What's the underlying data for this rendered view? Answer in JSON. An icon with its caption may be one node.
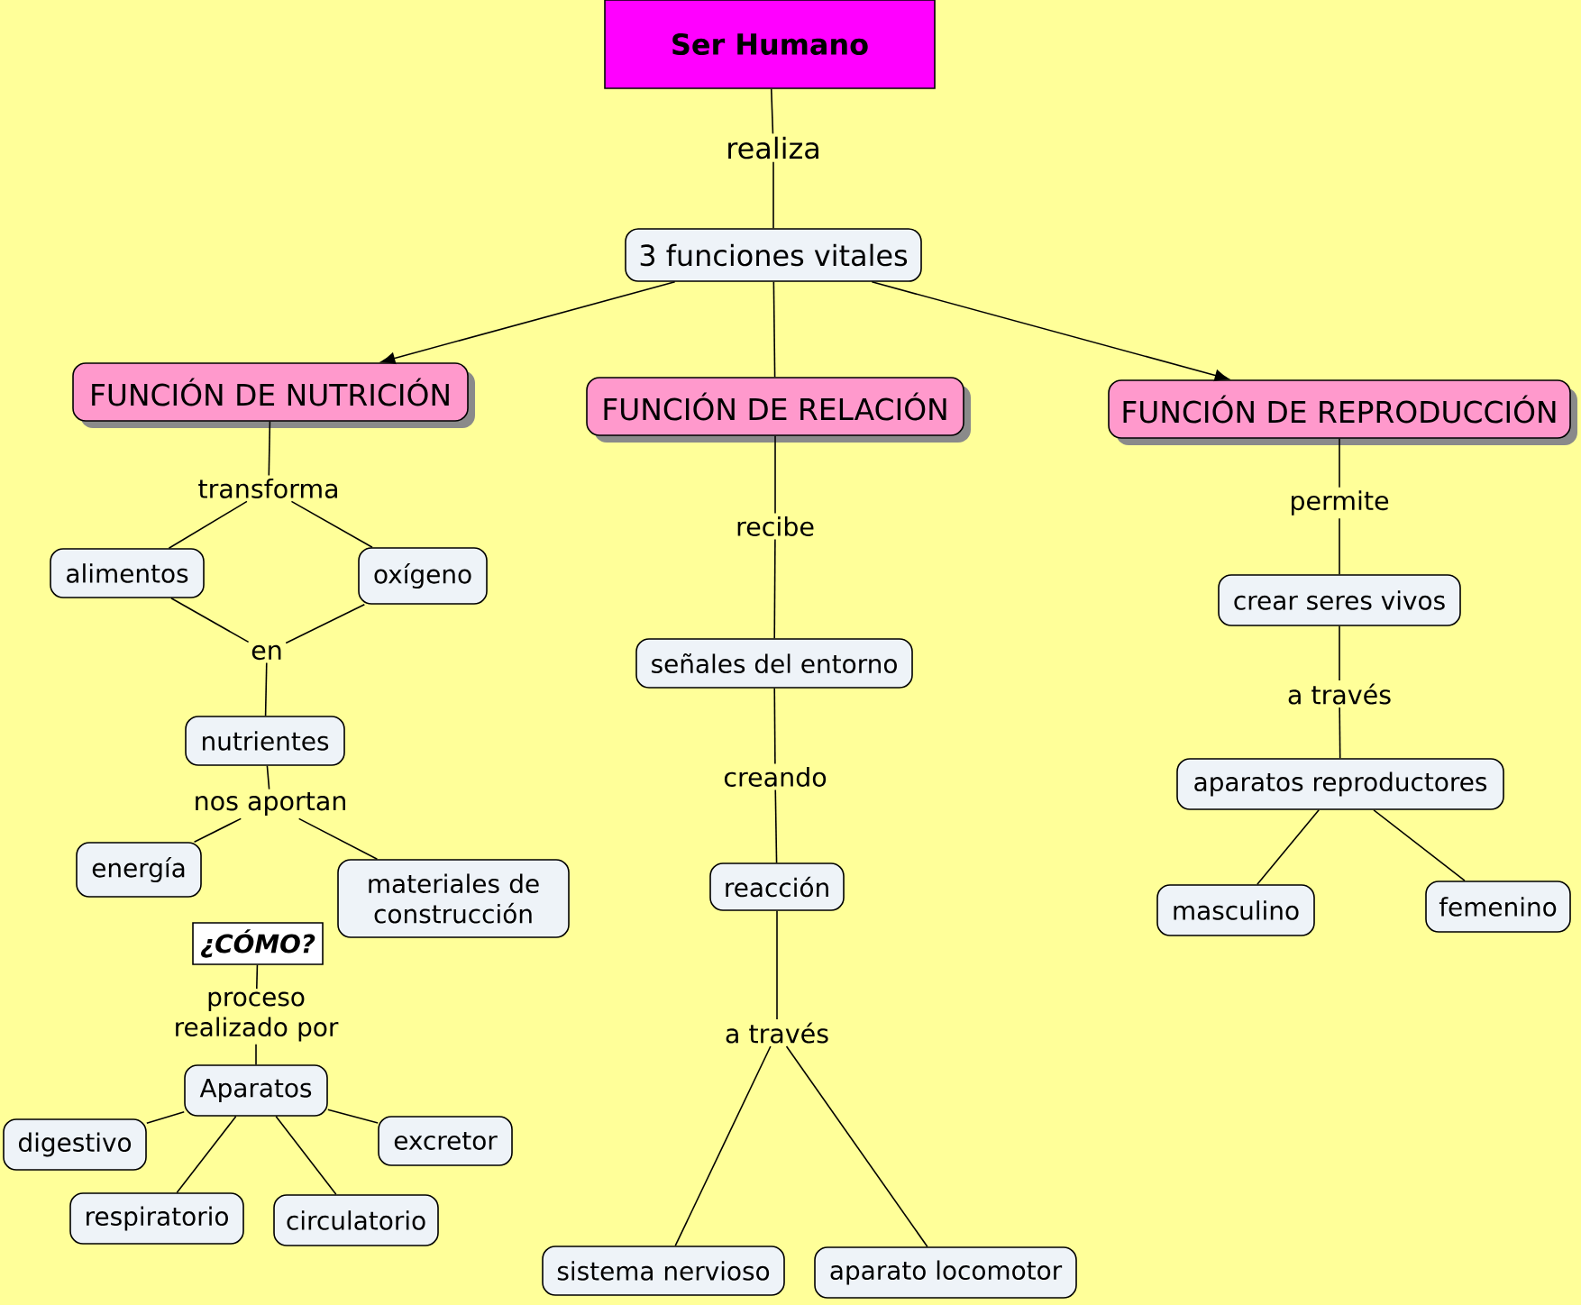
{
  "diagram": {
    "nodes": [
      {
        "text": [
          "Ser Humano"
        ]
      },
      {
        "text": [
          "realiza"
        ]
      },
      {
        "text": [
          "3 funciones vitales"
        ]
      },
      {
        "text": [
          "FUNCIÓN DE NUTRICIÓN"
        ]
      },
      {
        "text": [
          "FUNCIÓN DE RELACIÓN"
        ]
      },
      {
        "text": [
          "FUNCIÓN DE REPRODUCCIÓN"
        ]
      },
      {
        "text": [
          "transforma"
        ]
      },
      {
        "text": [
          "alimentos"
        ]
      },
      {
        "text": [
          "oxígeno"
        ]
      },
      {
        "text": [
          "en"
        ]
      },
      {
        "text": [
          "nutrientes"
        ]
      },
      {
        "text": [
          "nos aportan"
        ]
      },
      {
        "text": [
          "energía"
        ]
      },
      {
        "text": [
          "materiales de construcción"
        ]
      },
      {
        "text": [
          "¿CÓMO?"
        ]
      },
      {
        "text": [
          "proceso realizado por"
        ]
      },
      {
        "text": [
          "Aparatos"
        ]
      },
      {
        "text": [
          "digestivo"
        ]
      },
      {
        "text": [
          "excretor"
        ]
      },
      {
        "text": [
          "respiratorio"
        ]
      },
      {
        "text": [
          "circulatorio"
        ]
      },
      {
        "text": [
          "recibe"
        ]
      },
      {
        "text": [
          "señales del entorno"
        ]
      },
      {
        "text": [
          "creando"
        ]
      },
      {
        "text": [
          "reacción"
        ]
      },
      {
        "text": [
          "a través"
        ]
      },
      {
        "text": [
          "sistema nervioso"
        ]
      },
      {
        "text": [
          "aparato locomotor"
        ]
      },
      {
        "text": [
          "permite"
        ]
      },
      {
        "text": [
          "crear seres vivos"
        ]
      },
      {
        "text": [
          "a través"
        ]
      },
      {
        "text": [
          "aparatos reproductores"
        ]
      },
      {
        "text": [
          "masculino"
        ]
      },
      {
        "text": [
          "femenino"
        ]
      }
    ],
    "edges": [
      {
        "from": 0,
        "to": 1,
        "arrow": "none"
      },
      {
        "from": 1,
        "to": 2,
        "arrow": "none"
      },
      {
        "from": 2,
        "to": 3,
        "arrow": "to"
      },
      {
        "from": 2,
        "to": 4,
        "arrow": "none"
      },
      {
        "from": 2,
        "to": 5,
        "arrow": "to"
      },
      {
        "from": 3,
        "to": 6,
        "arrow": "none"
      },
      {
        "from": 6,
        "to": 7,
        "arrow": "none"
      },
      {
        "from": 6,
        "to": 8,
        "arrow": "none"
      },
      {
        "from": 7,
        "to": 9,
        "arrow": "none"
      },
      {
        "from": 8,
        "to": 9,
        "arrow": "none"
      },
      {
        "from": 9,
        "to": 10,
        "arrow": "none"
      },
      {
        "from": 10,
        "to": 11,
        "arrow": "none"
      },
      {
        "from": 11,
        "to": 12,
        "arrow": "none"
      },
      {
        "from": 11,
        "to": 13,
        "arrow": "none"
      },
      {
        "from": 14,
        "to": 15,
        "arrow": "none"
      },
      {
        "from": 15,
        "to": 16,
        "arrow": "none"
      },
      {
        "from": 16,
        "to": 17,
        "arrow": "none"
      },
      {
        "from": 16,
        "to": 18,
        "arrow": "none"
      },
      {
        "from": 16,
        "to": 19,
        "arrow": "none"
      },
      {
        "from": 16,
        "to": 20,
        "arrow": "none"
      },
      {
        "from": 4,
        "to": 21,
        "arrow": "none"
      },
      {
        "from": 21,
        "to": 22,
        "arrow": "none"
      },
      {
        "from": 22,
        "to": 23,
        "arrow": "none"
      },
      {
        "from": 23,
        "to": 24,
        "arrow": "none"
      },
      {
        "from": 24,
        "to": 25,
        "arrow": "none"
      },
      {
        "from": 25,
        "to": 26,
        "arrow": "none"
      },
      {
        "from": 25,
        "to": 27,
        "arrow": "none"
      },
      {
        "from": 5,
        "to": 28,
        "arrow": "none"
      },
      {
        "from": 28,
        "to": 29,
        "arrow": "none"
      },
      {
        "from": 29,
        "to": 30,
        "arrow": "none"
      },
      {
        "from": 30,
        "to": 31,
        "arrow": "none"
      },
      {
        "from": 31,
        "to": 32,
        "arrow": "none"
      },
      {
        "from": 31,
        "to": 33,
        "arrow": "none"
      }
    ]
  }
}
